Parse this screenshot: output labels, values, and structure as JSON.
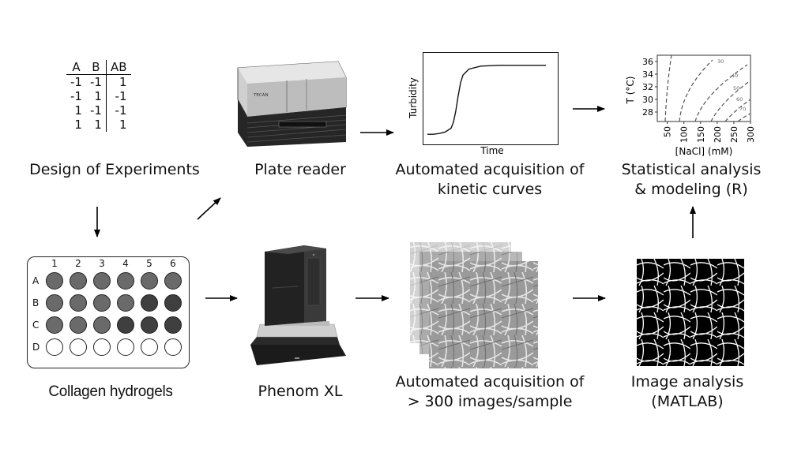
{
  "doe": {
    "headers": [
      "A",
      "B",
      "AB"
    ],
    "rows": [
      [
        "-1",
        "-1",
        "1"
      ],
      [
        "-1",
        "1",
        "-1"
      ],
      [
        "1",
        "-1",
        "-1"
      ],
      [
        "1",
        "1",
        "1"
      ]
    ],
    "caption": "Design of Experiments"
  },
  "plate": {
    "columns": [
      "1",
      "2",
      "3",
      "4",
      "5",
      "6"
    ],
    "rows": [
      "A",
      "B",
      "C",
      "D"
    ],
    "caption": "Collagen hydrogels"
  },
  "plate_reader": {
    "caption": "Plate reader",
    "brand_text": "TECAN"
  },
  "kinetic": {
    "caption_line1": "Automated acquisition of",
    "caption_line2": "kinetic curves"
  },
  "stats": {
    "caption_line1": "Statistical analysis",
    "caption_line2": "& modeling (R)"
  },
  "phenom": {
    "caption": "Phenom XL"
  },
  "images": {
    "caption_line1": "Automated acquisition of",
    "caption_line2": "> 300 images/sample"
  },
  "analysis": {
    "caption_line1": "Image analysis",
    "caption_line2": "(MATLAB)"
  },
  "chart_data": [
    {
      "type": "line",
      "title": "",
      "xlabel": "Time",
      "ylabel": "Turbidity",
      "series": [
        {
          "x": [
            0,
            5,
            10,
            15,
            20,
            22,
            24,
            26,
            28,
            30,
            35,
            45,
            60,
            80,
            100
          ],
          "values": [
            0.04,
            0.04,
            0.05,
            0.07,
            0.12,
            0.2,
            0.35,
            0.55,
            0.72,
            0.82,
            0.9,
            0.94,
            0.95,
            0.95,
            0.95
          ]
        }
      ],
      "xlim": [
        0,
        100
      ],
      "ylim": [
        0,
        1
      ],
      "grid": false
    },
    {
      "type": "line",
      "title": "",
      "xlabel": "[NaCl] (mM)",
      "ylabel": "T (°C)",
      "x_ticks": [
        50,
        100,
        150,
        200,
        250,
        300
      ],
      "y_ticks": [
        28,
        30,
        32,
        34,
        36
      ],
      "xlim": [
        20,
        300
      ],
      "ylim": [
        26.5,
        37
      ],
      "contour_labels": [
        "30",
        "40",
        "50",
        "60",
        "70"
      ],
      "grid": false
    }
  ]
}
